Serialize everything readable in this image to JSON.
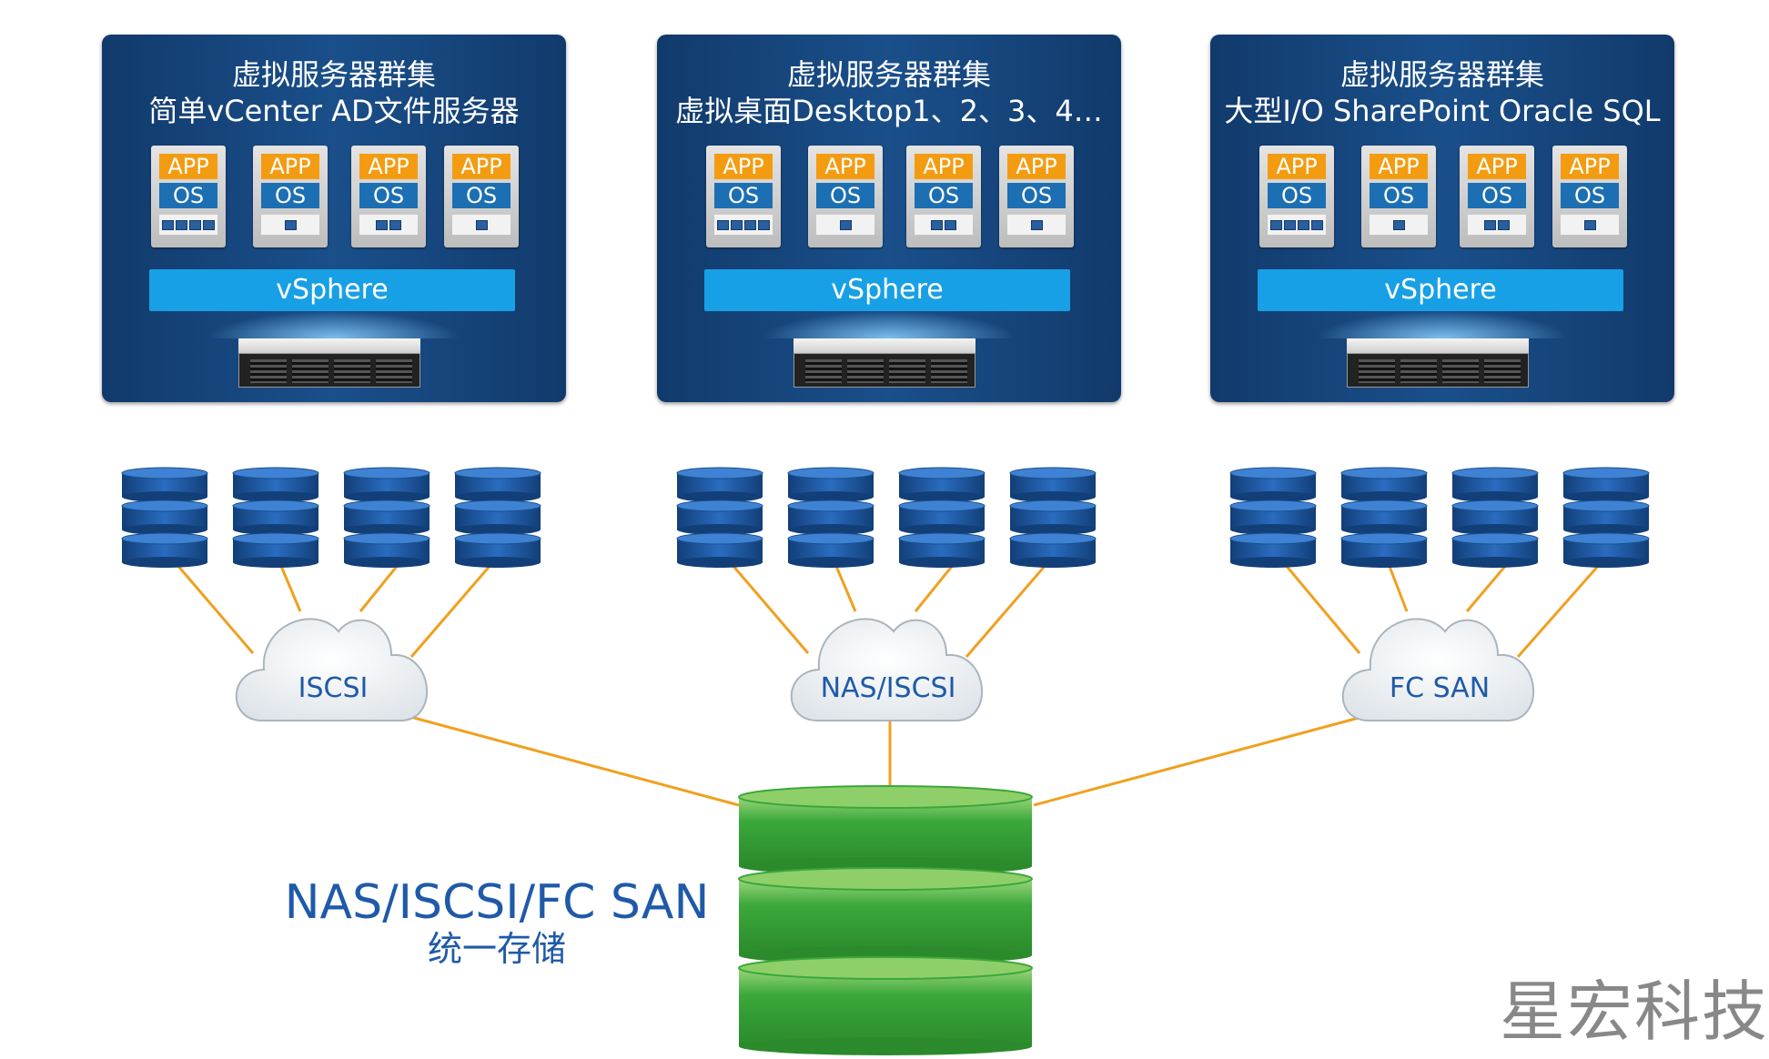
{
  "panels": [
    {
      "title": "虚拟服务器群集",
      "subtitle": "简单vCenter AD文件服务器",
      "vms": [
        {
          "app": "APP",
          "os": "OS",
          "monitors": 4
        },
        {
          "app": "APP",
          "os": "OS",
          "monitors": 1
        },
        {
          "app": "APP",
          "os": "OS",
          "monitors": 2
        },
        {
          "app": "APP",
          "os": "OS",
          "monitors": 1
        }
      ],
      "hypervisor": "vSphere"
    },
    {
      "title": "虚拟服务器群集",
      "subtitle": "虚拟桌面Desktop1、2、3、4…",
      "vms": [
        {
          "app": "APP",
          "os": "OS",
          "monitors": 4
        },
        {
          "app": "APP",
          "os": "OS",
          "monitors": 1
        },
        {
          "app": "APP",
          "os": "OS",
          "monitors": 2
        },
        {
          "app": "APP",
          "os": "OS",
          "monitors": 1
        }
      ],
      "hypervisor": "vSphere"
    },
    {
      "title": "虚拟服务器群集",
      "subtitle": "大型I/O SharePoint Oracle SQL",
      "vms": [
        {
          "app": "APP",
          "os": "OS",
          "monitors": 4
        },
        {
          "app": "APP",
          "os": "OS",
          "monitors": 1
        },
        {
          "app": "APP",
          "os": "OS",
          "monitors": 2
        },
        {
          "app": "APP",
          "os": "OS",
          "monitors": 1
        }
      ],
      "hypervisor": "vSphere"
    }
  ],
  "clouds": [
    "ISCSI",
    "NAS/ISCSI",
    "FC SAN"
  ],
  "unified_storage": {
    "label": "NAS/ISCSI/FC SAN",
    "sublabel": "统一存储"
  },
  "watermark": "星宏科技",
  "colors": {
    "panel_bg": "#133f73",
    "app_badge": "#f39c12",
    "os_badge": "#1d6fb3",
    "vsphere_bar": "#18a0e6",
    "disk_blue": "#1f5aa8",
    "storage_green": "#2ea043",
    "link_orange": "#f0a020",
    "label_blue": "#1f5aa8"
  }
}
